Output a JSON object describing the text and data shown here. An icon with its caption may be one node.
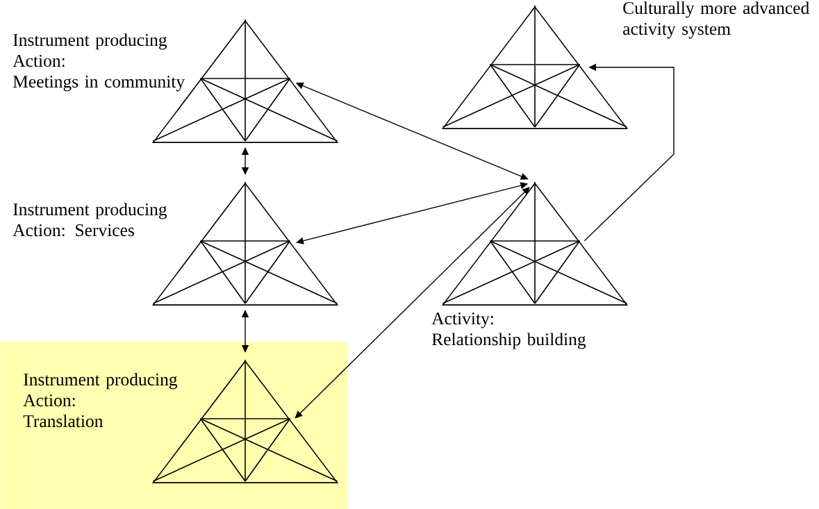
{
  "diagram": {
    "nodes": [
      {
        "text": [
          "Instrument producing Action:",
          "Meetings in community"
        ]
      },
      {
        "text": [
          "Instrument producing Action: Services"
        ]
      },
      {
        "text": [
          "Instrument producing Action:",
          "Translation"
        ]
      },
      {
        "text": [],
        "shape": "triangle",
        "in": 2
      },
      {
        "text": [
          "Activity:",
          "Relationship building"
        ]
      },
      {
        "text": [
          "Culturally more advanced activity system"
        ]
      }
    ],
    "edges": [
      {
        "from": 0,
        "to": 1,
        "arrow": "both"
      },
      {
        "from": 1,
        "to": 3,
        "arrow": "both"
      },
      {
        "from": 0,
        "to": 4,
        "arrow": "both"
      },
      {
        "from": 1,
        "to": 4,
        "arrow": "both"
      },
      {
        "from": 3,
        "to": 4,
        "arrow": "both"
      },
      {
        "from": 4,
        "to": 5,
        "arrow": "to"
      }
    ]
  }
}
